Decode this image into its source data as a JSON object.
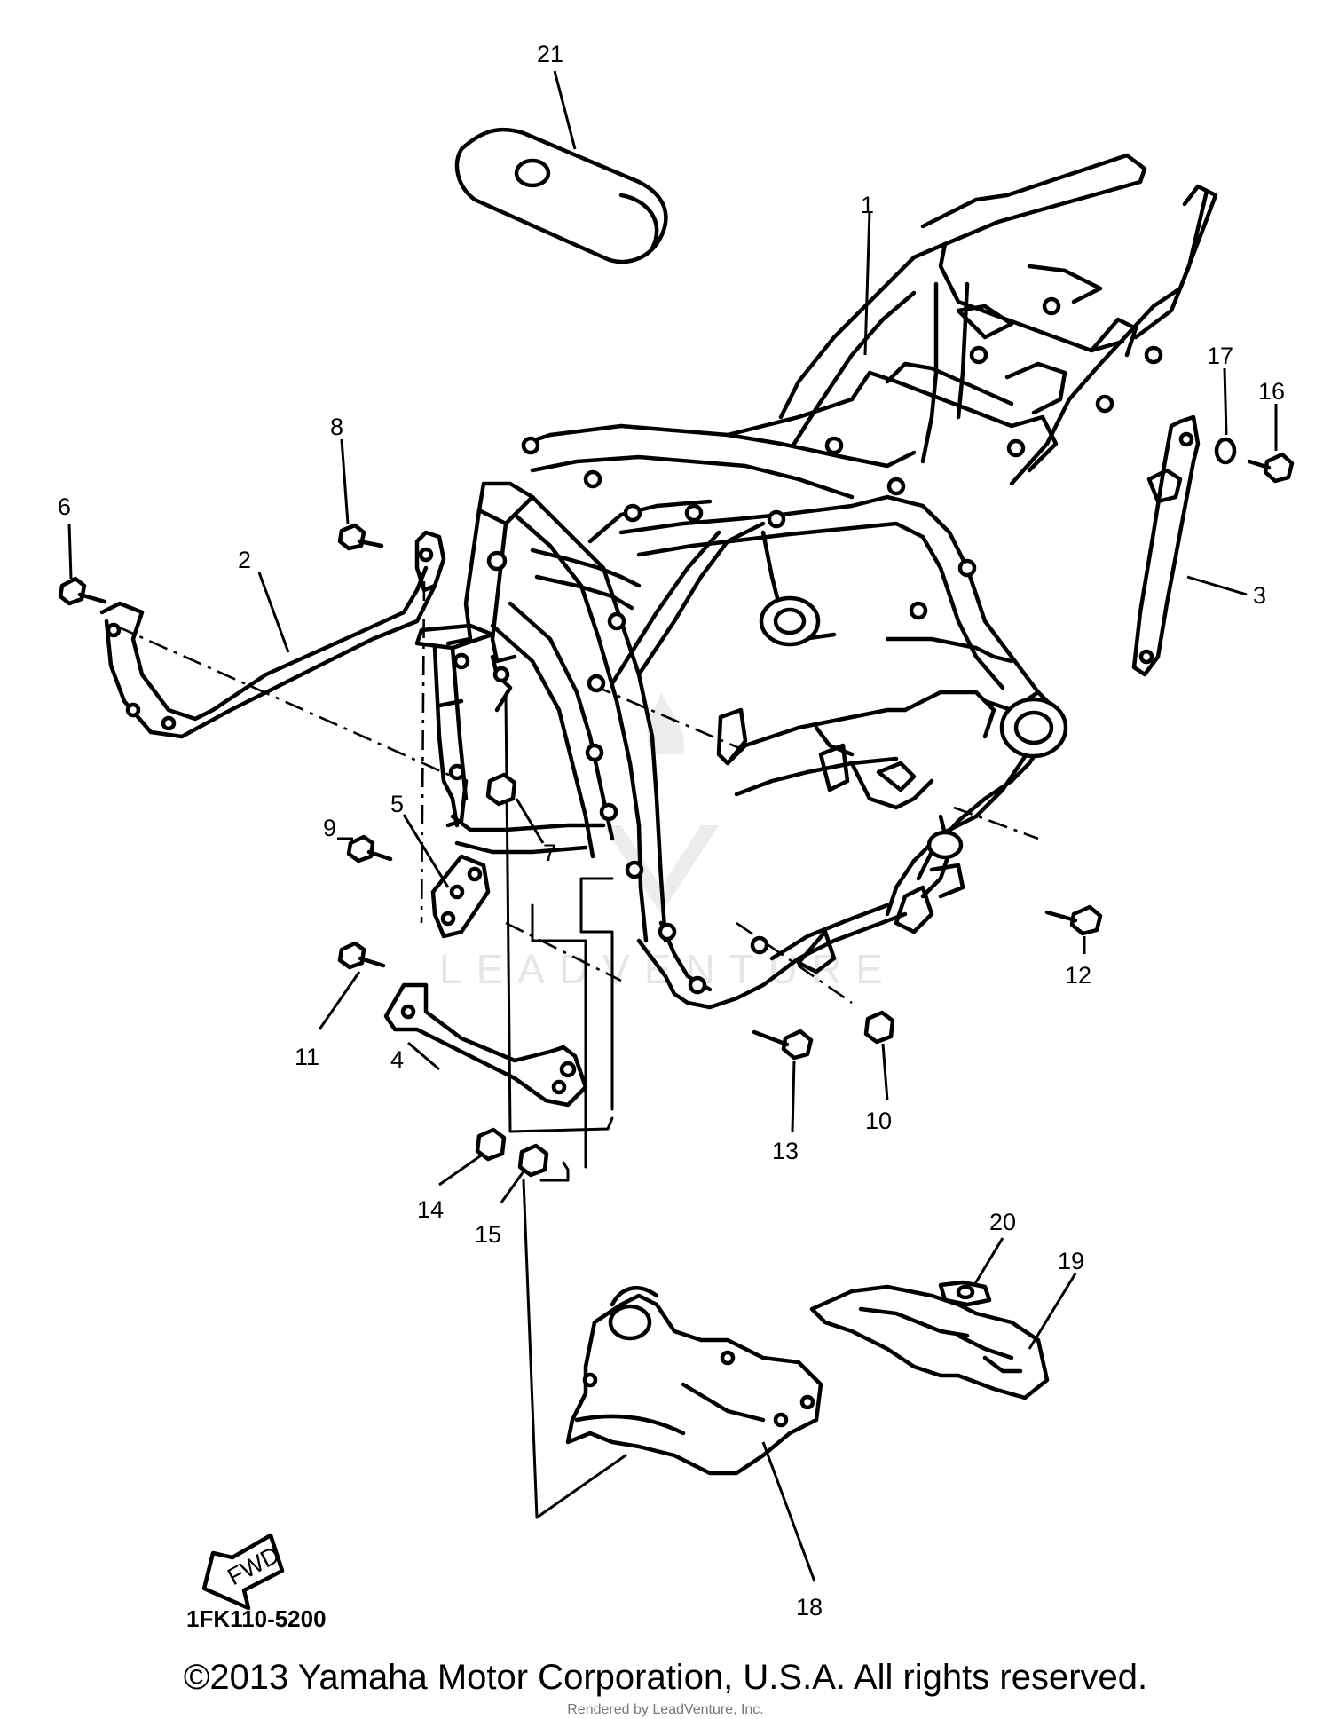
{
  "diagram": {
    "callouts": [
      {
        "id": "c1",
        "label": "1"
      },
      {
        "id": "c2",
        "label": "2"
      },
      {
        "id": "c3",
        "label": "3"
      },
      {
        "id": "c4",
        "label": "4"
      },
      {
        "id": "c5",
        "label": "5"
      },
      {
        "id": "c6",
        "label": "6"
      },
      {
        "id": "c7",
        "label": "7"
      },
      {
        "id": "c8",
        "label": "8"
      },
      {
        "id": "c9",
        "label": "9"
      },
      {
        "id": "c10",
        "label": "10"
      },
      {
        "id": "c11",
        "label": "11"
      },
      {
        "id": "c12",
        "label": "12"
      },
      {
        "id": "c13",
        "label": "13"
      },
      {
        "id": "c14",
        "label": "14"
      },
      {
        "id": "c15",
        "label": "15"
      },
      {
        "id": "c16",
        "label": "16"
      },
      {
        "id": "c17",
        "label": "17"
      },
      {
        "id": "c18",
        "label": "18"
      },
      {
        "id": "c19",
        "label": "19"
      },
      {
        "id": "c20",
        "label": "20"
      },
      {
        "id": "c21",
        "label": "21"
      }
    ],
    "diagram_code": "1FK110-5200",
    "fwd_label": "FWD",
    "watermark": "LEADVENTURE"
  },
  "footer": {
    "copyright": "©2013 Yamaha Motor Corporation, U.S.A. All rights reserved.",
    "rendered_by": "Rendered by LeadVenture, Inc."
  }
}
